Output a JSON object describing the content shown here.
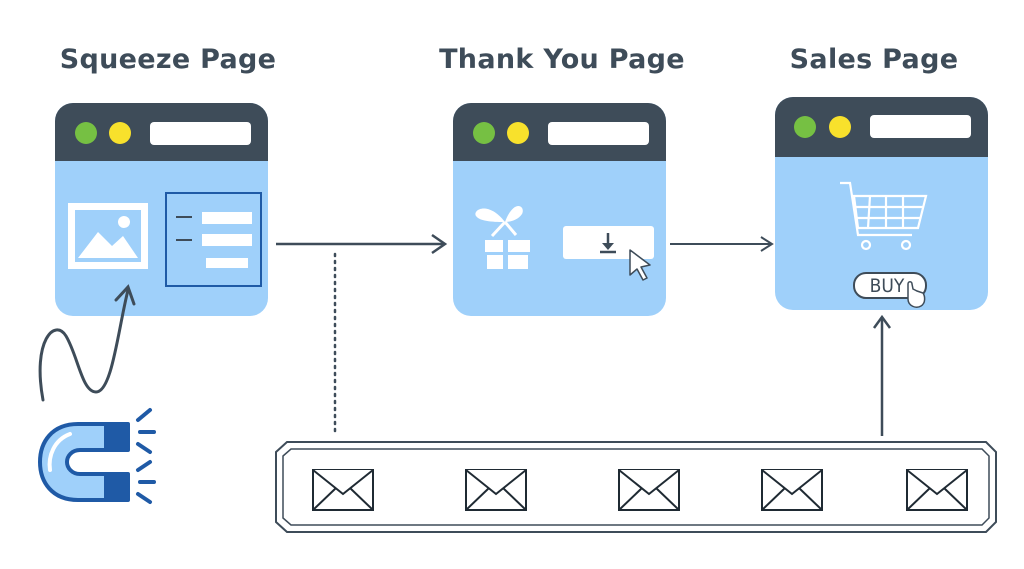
{
  "titles": {
    "squeeze": "Squeeze Page",
    "thankyou": "Thank You Page",
    "sales": "Sales Page"
  },
  "buy_label": "BUY",
  "colors": {
    "window_bar": "#3e4c59",
    "window_body": "#9fd0fa",
    "green_dot": "#76c043",
    "yellow_dot": "#f8e12c",
    "stroke": "#3e4c59",
    "magnet_blue": "#1f5aa6",
    "magnet_light": "#9fd0fa"
  },
  "icons": {
    "squeeze": [
      "image-icon",
      "form-icon"
    ],
    "thankyou": [
      "gift-icon",
      "download-button-icon",
      "cursor-icon"
    ],
    "sales": [
      "shopping-cart-icon",
      "hand-pointer-icon"
    ],
    "source": [
      "magnet-icon",
      "squiggle-arrow-icon"
    ],
    "sequence": [
      "envelope-icon",
      "envelope-icon",
      "envelope-icon",
      "envelope-icon",
      "envelope-icon"
    ]
  }
}
